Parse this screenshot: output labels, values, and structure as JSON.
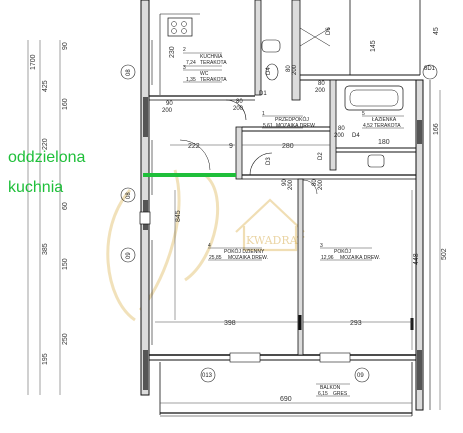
{
  "annotation": {
    "line1": "oddzielona",
    "line2": "kuchnia",
    "color": "#1fbf3a"
  },
  "watermark": {
    "brand": "KWADRAT",
    "color": "#d9b25a"
  },
  "rooms": [
    {
      "number": "1",
      "name": "PRZEDPOKÓJ",
      "area": "5,61",
      "floor": "MOZAIKA DREW."
    },
    {
      "number": "2",
      "name": "KUCHNIA",
      "area": "7,24",
      "floor": "TERAKOTA"
    },
    {
      "number": "3",
      "name": "WC",
      "area": "1,35",
      "floor": "TERAKOTA"
    },
    {
      "number": "4",
      "name": "POKÓJ DZIENNY",
      "area": "25,85",
      "floor": "MOZAIKA DREW."
    },
    {
      "number": "5",
      "name": "ŁAZIENKA",
      "area": "4,52",
      "floor": "TERAKOTA"
    },
    {
      "number": "3",
      "name": "POKÓJ",
      "area": "12,96",
      "floor": "MOZAIKA DREW."
    },
    {
      "number": "",
      "name": "BALKON",
      "area": "6,15",
      "floor": "GRES"
    }
  ],
  "doors": {
    "d1": "D1",
    "d2": "D2",
    "d3": "D3",
    "d4": "D4",
    "d4b": "D4",
    "d6": "D6",
    "d8_80": "80",
    "d8_200": "200",
    "d9_80": "80",
    "d9_200": "200",
    "d10_80": "80",
    "d10_200": "200",
    "d11_90": "90",
    "d11_200": "200",
    "d12_80": "80",
    "d12_200": "200",
    "d13_80": "80",
    "d13_200": "200",
    "d14_90": "90",
    "d14_200": "200"
  },
  "dimensions": {
    "left_1700": "1700",
    "left_425": "425",
    "left_160": "160",
    "left_220": "220",
    "left_385": "385",
    "left_60": "60",
    "left_150": "150",
    "left_250": "250",
    "left_195": "195",
    "w_222": "222",
    "w_9": "9",
    "w_280": "280",
    "w_180": "180",
    "w_398": "398",
    "w_293": "293",
    "w_448": "448",
    "w_502": "502",
    "w_690": "690",
    "w_845": "845",
    "w_230": "230",
    "w_145": "145",
    "w_166": "166",
    "w_45": "45",
    "w_90a": "90"
  },
  "axes": {
    "a08": "08",
    "a09": "09",
    "a013": "013",
    "a09b": "09",
    "a8d1": "8D1"
  }
}
